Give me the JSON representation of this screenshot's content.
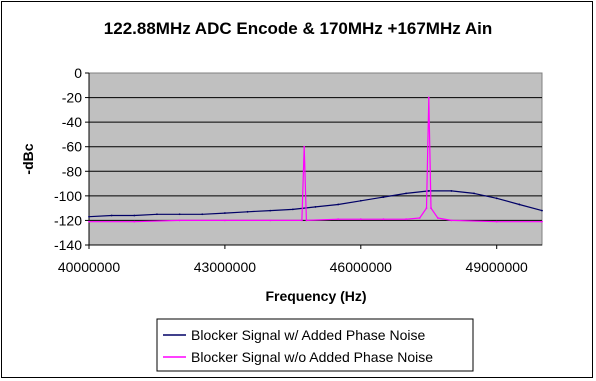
{
  "chart_data": {
    "type": "line",
    "title": "122.88MHz ADC Encode & 170MHz +167MHz Ain",
    "xlabel": "Frequency (Hz)",
    "ylabel": "-dBc",
    "xlim": [
      40000000,
      50000000
    ],
    "ylim": [
      -140,
      0
    ],
    "x_ticks": [
      40000000,
      43000000,
      46000000,
      49000000
    ],
    "x_tick_labels": [
      "40000000",
      "43000000",
      "46000000",
      "49000000"
    ],
    "y_ticks": [
      0,
      -20,
      -40,
      -60,
      -80,
      -100,
      -120,
      -140
    ],
    "y_tick_labels": [
      "0",
      "-20",
      "-40",
      "-60",
      "-80",
      "-100",
      "-120",
      "-140"
    ],
    "grid": "horizontal",
    "plot_background": "#c0c0c0",
    "legend": "bottom-center",
    "series": [
      {
        "name": "Blocker Signal w/ Added Phase Noise",
        "color": "#000066",
        "x": [
          40000000,
          40500000,
          41000000,
          41500000,
          42000000,
          42500000,
          43000000,
          43500000,
          44000000,
          44500000,
          45000000,
          45500000,
          46000000,
          46500000,
          47000000,
          47500000,
          48000000,
          48500000,
          49000000,
          49500000,
          50000000
        ],
        "values": [
          -117,
          -116,
          -116,
          -115,
          -115,
          -115,
          -114,
          -113,
          -112,
          -111,
          -109,
          -107,
          -104,
          -101,
          -98,
          -96,
          -96,
          -98,
          -102,
          -107,
          -112
        ]
      },
      {
        "name": "Blocker Signal w/o Added Phase Noise",
        "color": "#ff00ff",
        "x": [
          40000000,
          41000000,
          42000000,
          43000000,
          44000000,
          44700000,
          44750000,
          44800000,
          45500000,
          46000000,
          46500000,
          47000000,
          47300000,
          47450000,
          47500000,
          47550000,
          47700000,
          48000000,
          49000000,
          50000000
        ],
        "values": [
          -121,
          -121,
          -120,
          -120,
          -120,
          -120,
          -60,
          -120,
          -119,
          -119,
          -119,
          -119,
          -118,
          -110,
          -20,
          -110,
          -118,
          -120,
          -121,
          -121
        ]
      }
    ]
  }
}
